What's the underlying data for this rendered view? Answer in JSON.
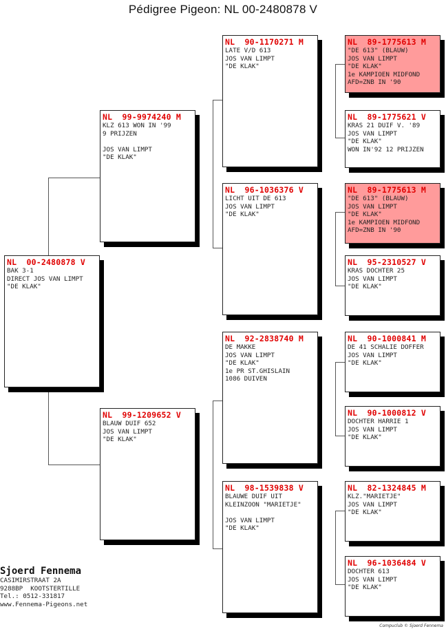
{
  "title": "Pédigree Pigeon: NL  00-2480878 V",
  "pigeons": {
    "subject": {
      "ring": "NL  00-2480878 V",
      "lines": [
        "BAK 3-1",
        "DIRECT JOS VAN LIMPT",
        "\"DE KLAK\""
      ]
    },
    "father": {
      "ring": "NL  99-9974240 M",
      "lines": [
        "KLZ 613 WON IN '99",
        "9 PRIJZEN",
        "",
        "JOS VAN LIMPT",
        "\"DE KLAK\""
      ]
    },
    "mother": {
      "ring": "NL  99-1209652 V",
      "lines": [
        "BLAUW DUIF 652",
        "JOS VAN LIMPT",
        "\"DE KLAK\""
      ]
    },
    "ff": {
      "ring": "NL  90-1170271 M",
      "lines": [
        "LATE V/D 613",
        "JOS VAN LIMPT",
        "\"DE KLAK\""
      ]
    },
    "fm": {
      "ring": "NL  96-1036376 V",
      "lines": [
        "LICHT UIT DE 613",
        "JOS VAN LIMPT",
        "\"DE KLAK\""
      ]
    },
    "mf": {
      "ring": "NL  92-2838740 M",
      "lines": [
        "DE MAKKE",
        "JOS VAN LIMPT",
        "\"DE KLAK\"",
        "1e PR ST.GHISLAIN",
        "1086 DUIVEN"
      ]
    },
    "mm": {
      "ring": "NL  98-1539838 V",
      "lines": [
        "BLAUWE DUIF UIT",
        "KLEINZOON \"MARIETJE\"",
        "",
        "JOS VAN LIMPT",
        "\"DE KLAK\""
      ]
    },
    "fff": {
      "ring": "NL  89-1775613 M",
      "lines": [
        "\"DE 613\" (BLAUW)",
        "JOS VAN LIMPT",
        "\"DE KLAK\"",
        "1e KAMPIOEN MIDFOND",
        "AFD=ZNB IN '90"
      ]
    },
    "ffm": {
      "ring": "NL  89-1775621 V",
      "lines": [
        "KRAS 21 DUIF V. '89",
        "JOS VAN LIMPT",
        "\"DE KLAK\"",
        "WON IN'92 12 PRIJZEN"
      ]
    },
    "fmf": {
      "ring": "NL  89-1775613 M",
      "lines": [
        "\"DE 613\" (BLAUW)",
        "JOS VAN LIMPT",
        "\"DE KLAK\"",
        "1e KAMPIOEN MIDFOND",
        "AFD=ZNB IN '90"
      ]
    },
    "fmm": {
      "ring": "NL  95-2310527 V",
      "lines": [
        "KRAS DOCHTER 25",
        "JOS VAN LIMPT",
        "\"DE KLAK\""
      ]
    },
    "mff": {
      "ring": "NL  90-1000841 M",
      "lines": [
        "DE 41 SCHALIE DOFFER",
        "JOS VAN LIMPT",
        "\"DE KLAK\""
      ]
    },
    "mfm": {
      "ring": "NL  90-1000812 V",
      "lines": [
        "DOCHTER HARRIE 1",
        "JOS VAN LIMPT",
        "\"DE KLAK\""
      ]
    },
    "mmf": {
      "ring": "NL  82-1324845 M",
      "lines": [
        "KLZ.\"MARIETJE\"",
        "JOS VAN LIMPT",
        "\"DE KLAK\""
      ]
    },
    "mmm": {
      "ring": "NL  96-1036484 V",
      "lines": [
        "DOCHTER 613",
        "JOS VAN LIMPT",
        "\"DE KLAK\""
      ]
    }
  },
  "owner": {
    "name": "Sjoerd Fennema",
    "address": "CASIMIRSTRAAT 2A",
    "city": "9288BP  KOOTSTERTILLE",
    "phone": "Tel.: 0512-331817",
    "website": "www.Fennema-Pigeons.net"
  },
  "copyright": "Compuclub © Sjoerd Fennema",
  "colors": {
    "ring_text": "#e00000",
    "highlight": "#ff9b9b",
    "shadow": "#000000"
  }
}
